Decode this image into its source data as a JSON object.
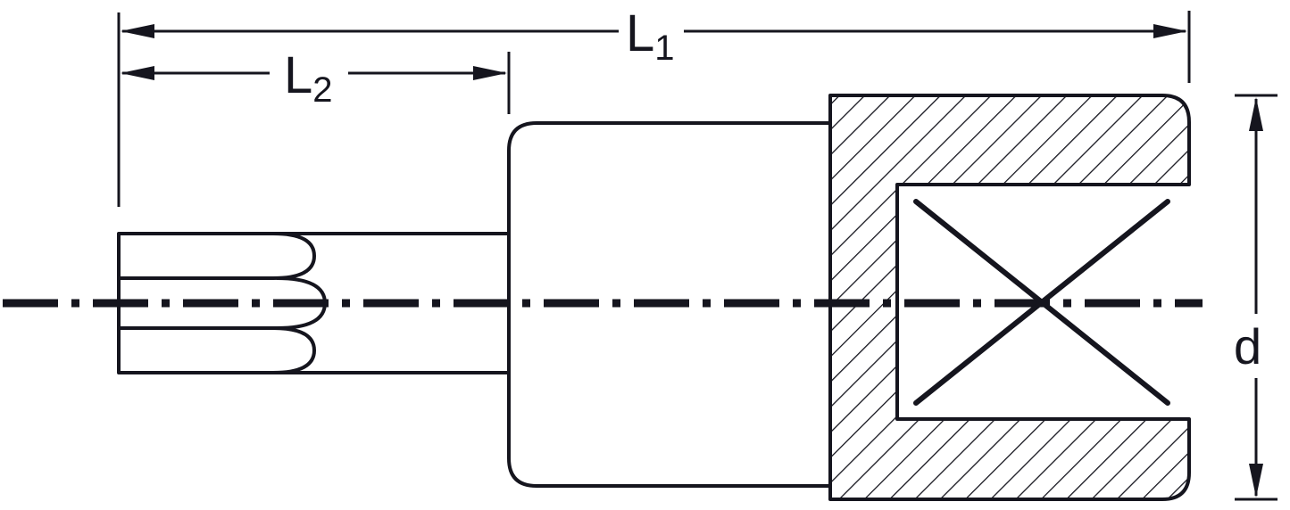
{
  "diagram": {
    "labels": {
      "l1_base": "L",
      "l1_sub": "1",
      "l2_base": "L",
      "l2_sub": "2",
      "d": "d"
    },
    "colors": {
      "line": "#15151e",
      "background": "#ffffff"
    }
  }
}
